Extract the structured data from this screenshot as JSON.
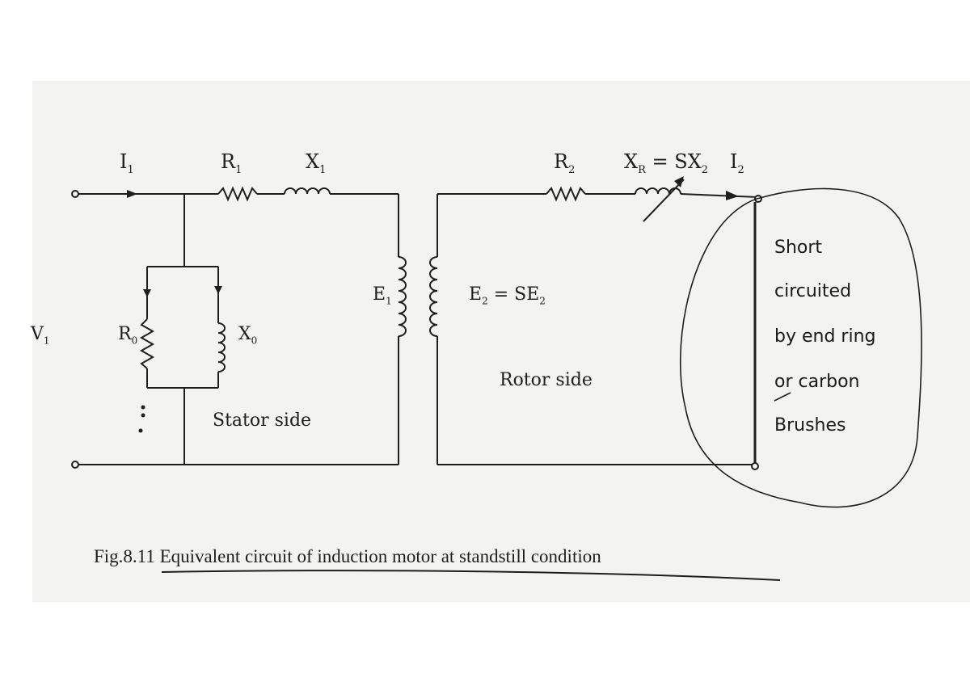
{
  "labels": {
    "i1": "I",
    "i1_sub": "1",
    "r1": "R",
    "r1_sub": "1",
    "x1": "X",
    "x1_sub": "1",
    "r2": "R",
    "r2_sub": "2",
    "xr": "X",
    "xr_sub": "R",
    "xr_eq": " = SX",
    "xr_eq_sub": "2",
    "i2": "I",
    "i2_sub": "2",
    "v1": "V",
    "v1_sub": "1",
    "r0": "R",
    "r0_sub": "0",
    "x0": "X",
    "x0_sub": "0",
    "e1": "E",
    "e1_sub": "1",
    "e2": "E",
    "e2_sub": "2",
    "e2_eq": " = SE",
    "e2_eq_sub": "2",
    "stator_side": "Stator side",
    "rotor_side": "Rotor side"
  },
  "note": {
    "line1": "Short",
    "line2": "circuited",
    "line3": "by end ring",
    "line4": "or carbon",
    "line5": "Brushes"
  },
  "caption": "Fig.8.11 Equivalent circuit of induction motor at standstill condition",
  "colors": {
    "ink": "#1e1e1e",
    "paper": "#f3f3f1"
  }
}
